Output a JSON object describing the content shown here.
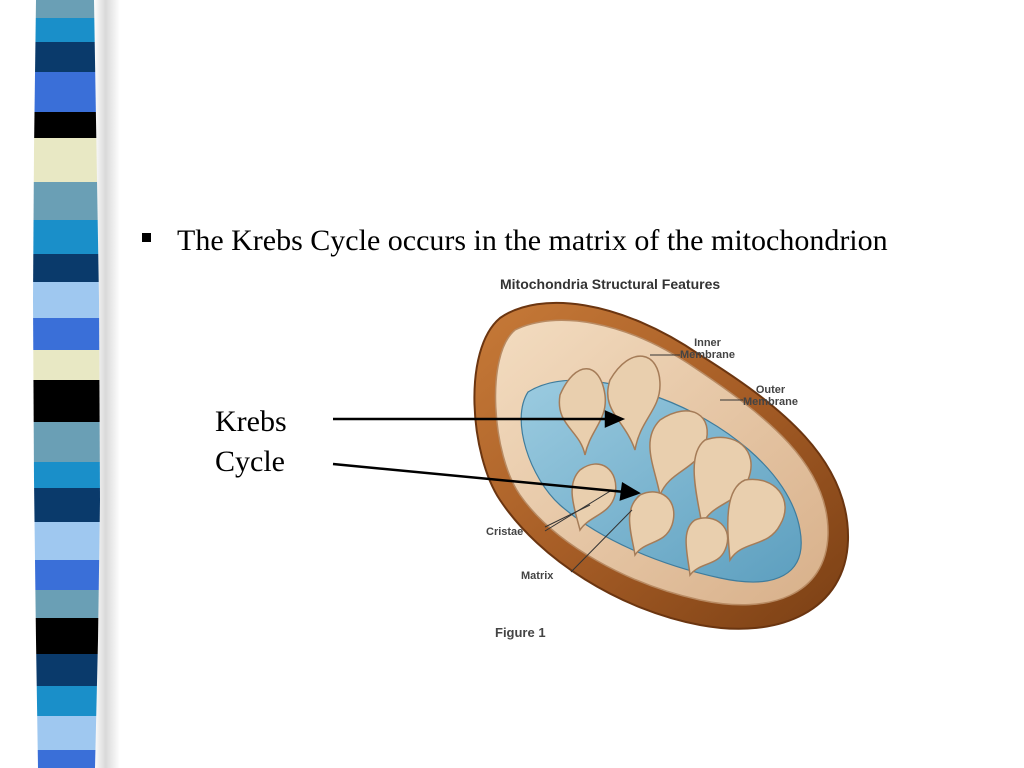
{
  "slide": {
    "bullet_text": "The Krebs Cycle occurs in the matrix of the mitochondrion",
    "callout_line1": "Krebs",
    "callout_line2": "Cycle"
  },
  "figure": {
    "title": "Mitochondria Structural Features",
    "label_inner_line1": "Inner",
    "label_inner_line2": "Membrane",
    "label_outer_line1": "Outer",
    "label_outer_line2": "Membrane",
    "label_cristae": "Cristae",
    "label_matrix": "Matrix",
    "caption": "Figure 1"
  },
  "colors": {
    "stripe_palette": [
      "#6a9fb5",
      "#0a3a6b",
      "#3a6fd8",
      "#000000",
      "#e8e8c4",
      "#1a8fc9",
      "#9fc8f0"
    ],
    "outer_membrane": "#a65d26",
    "inner_membrane": "#e8c8a4",
    "matrix": "#7ab7d2"
  }
}
